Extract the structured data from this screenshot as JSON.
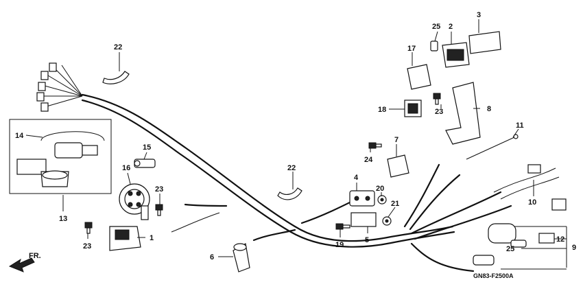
{
  "diagram": {
    "code": "GN83-F2500A",
    "direction_label": "FR.",
    "callouts": [
      {
        "id": "c1",
        "text": "1"
      },
      {
        "id": "c2",
        "text": "2"
      },
      {
        "id": "c3",
        "text": "3"
      },
      {
        "id": "c4",
        "text": "4"
      },
      {
        "id": "c5",
        "text": "5"
      },
      {
        "id": "c6",
        "text": "6"
      },
      {
        "id": "c7",
        "text": "7"
      },
      {
        "id": "c8",
        "text": "8"
      },
      {
        "id": "c9",
        "text": "9"
      },
      {
        "id": "c10",
        "text": "10"
      },
      {
        "id": "c11",
        "text": "11"
      },
      {
        "id": "c12",
        "text": "12"
      },
      {
        "id": "c13",
        "text": "13"
      },
      {
        "id": "c14",
        "text": "14"
      },
      {
        "id": "c15",
        "text": "15"
      },
      {
        "id": "c16",
        "text": "16"
      },
      {
        "id": "c17",
        "text": "17"
      },
      {
        "id": "c18",
        "text": "18"
      },
      {
        "id": "c19",
        "text": "19"
      },
      {
        "id": "c20",
        "text": "20"
      },
      {
        "id": "c21",
        "text": "21"
      },
      {
        "id": "c22a",
        "text": "22"
      },
      {
        "id": "c22b",
        "text": "22"
      },
      {
        "id": "c23a",
        "text": "23"
      },
      {
        "id": "c23b",
        "text": "23"
      },
      {
        "id": "c23c",
        "text": "23"
      },
      {
        "id": "c24",
        "text": "24"
      },
      {
        "id": "c25a",
        "text": "25"
      },
      {
        "id": "c25b",
        "text": "25"
      }
    ]
  }
}
